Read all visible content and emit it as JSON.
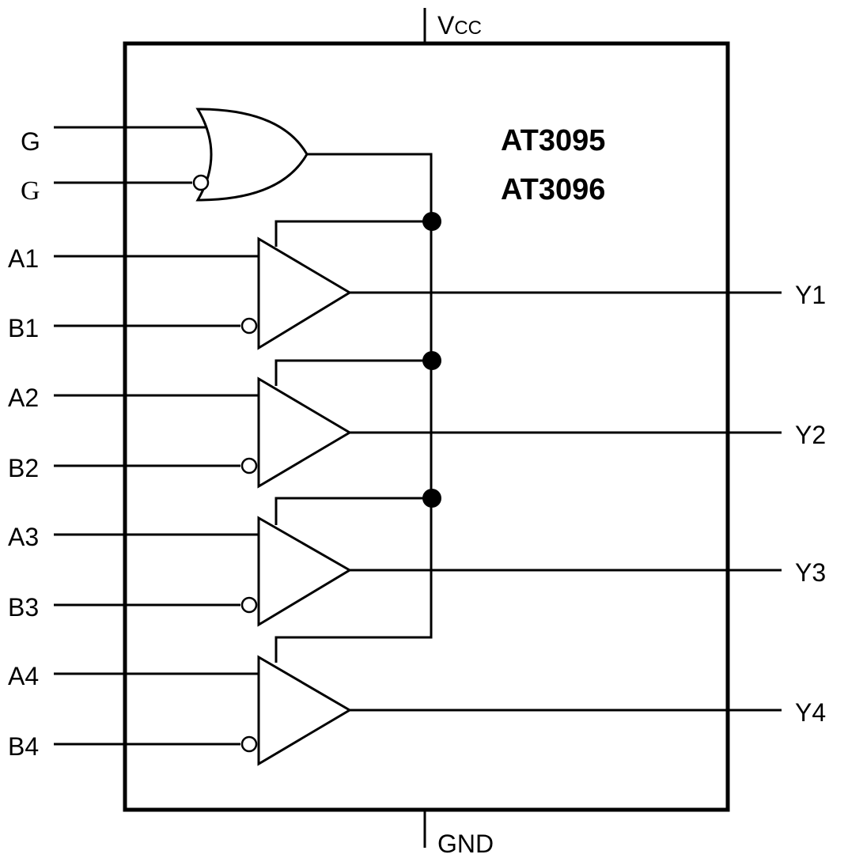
{
  "device": {
    "part_numbers": [
      "AT3095",
      "AT3096"
    ]
  },
  "power": {
    "vcc": {
      "main": "V",
      "sub": "CC"
    },
    "gnd": "GND"
  },
  "enable_inputs": [
    {
      "label": "G",
      "inverted": false
    },
    {
      "label": "G",
      "inverted": true
    }
  ],
  "channels": [
    {
      "a": "A1",
      "b": "B1",
      "y": "Y1"
    },
    {
      "a": "A2",
      "b": "B2",
      "y": "Y2"
    },
    {
      "a": "A3",
      "b": "B3",
      "y": "Y3"
    },
    {
      "a": "A4",
      "b": "B4",
      "y": "Y4"
    }
  ]
}
